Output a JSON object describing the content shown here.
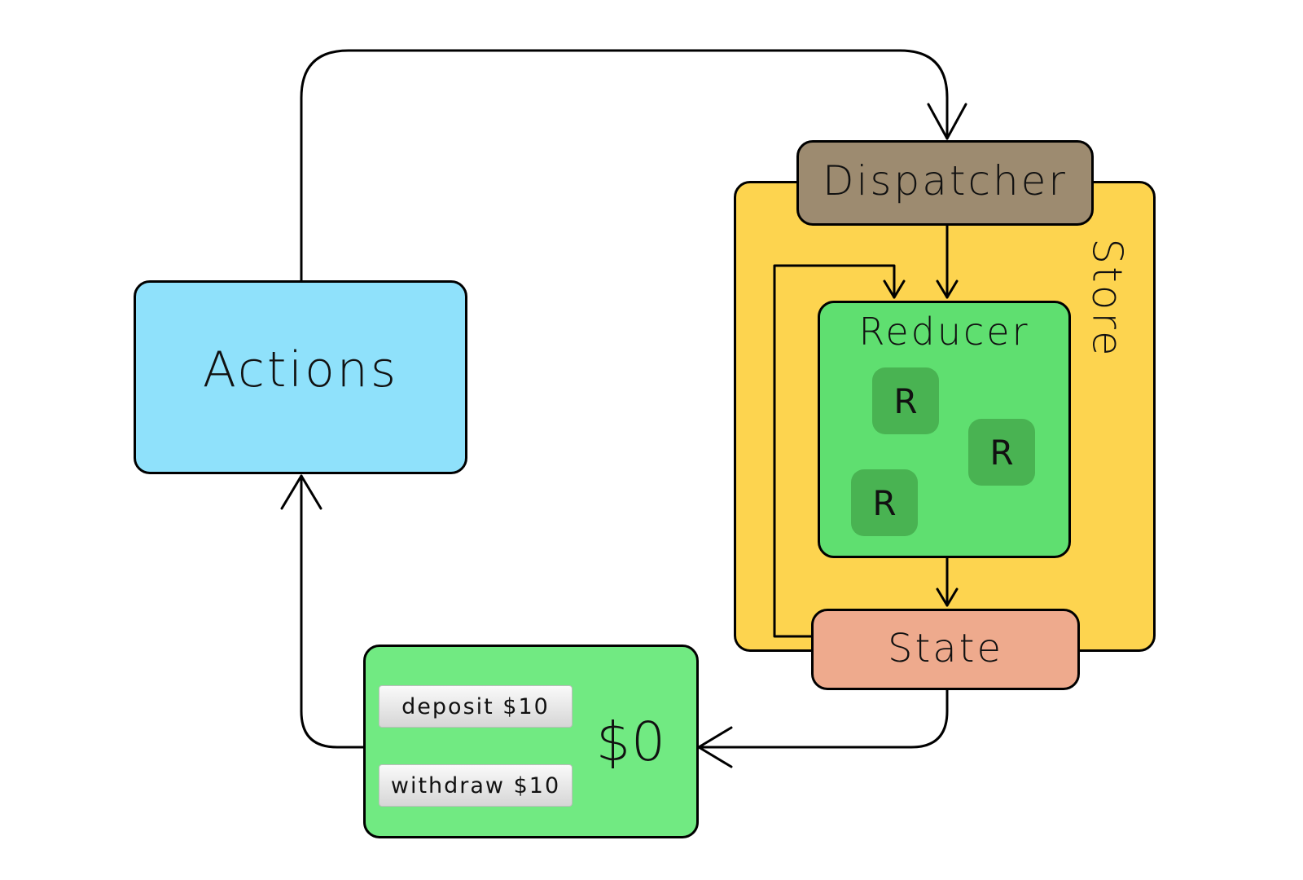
{
  "nodes": {
    "actions": "Actions",
    "dispatcher": "Dispatcher",
    "store": "Store",
    "reducer": "Reducer",
    "reducer_item": "R",
    "state": "State"
  },
  "view": {
    "deposit_label": "deposit $10",
    "withdraw_label": "withdraw $10",
    "balance": "$0"
  },
  "colors": {
    "actions": "#8fe1fb",
    "store": "#fdd44f",
    "dispatcher": "#9d8b70",
    "reducer": "#5fdf70",
    "reducer_item": "#49b352",
    "state": "#eeaa8d",
    "view": "#71ea82"
  }
}
